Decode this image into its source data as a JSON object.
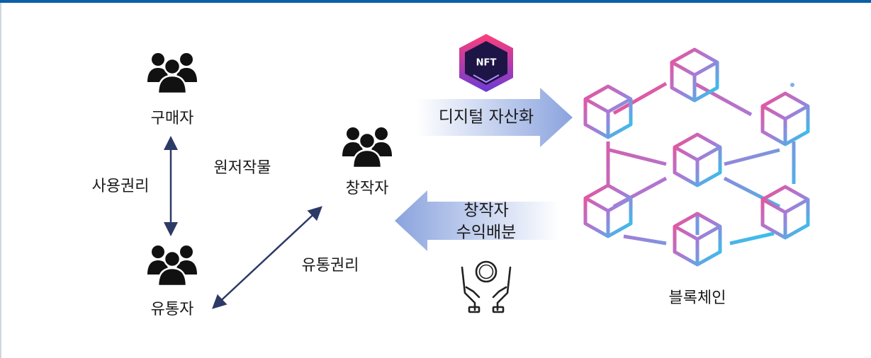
{
  "nodes": {
    "buyer": "구매자",
    "distributor": "유통자",
    "creator": "창작자",
    "blockchain": "블록체인"
  },
  "edges": {
    "usage_rights": "사용권리",
    "original_work": "원저작물",
    "distribution_rights": "유통권리",
    "digitization": "디지털 자산화",
    "revenue_line1": "창작자",
    "revenue_line2": "수익배분"
  },
  "badge": {
    "text": "NFT"
  },
  "icons": [
    "people-icon",
    "nft-badge-icon",
    "money-hands-icon",
    "blockchain-cubes-icon"
  ],
  "colors": {
    "top_bar": "#0b5fa8",
    "arrow_line": "#2d3a66",
    "people_icon": "#111111",
    "block_arrow_start": "#ffffff",
    "block_arrow_end": "#8fa7e0",
    "chain_pink": "#e8529b",
    "chain_cyan": "#2ec6ee"
  }
}
